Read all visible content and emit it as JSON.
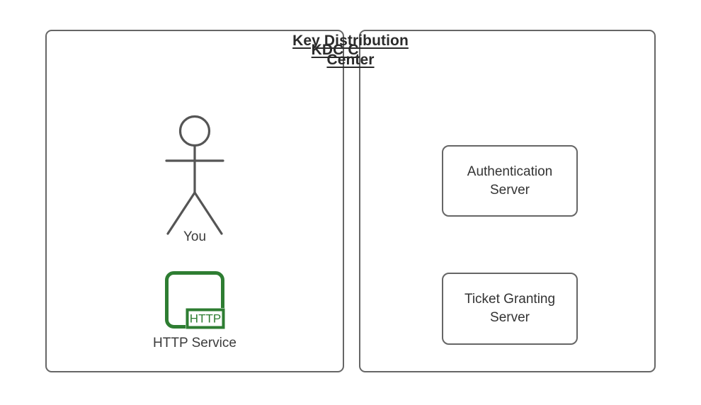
{
  "diagram": {
    "title_semantic": "kerberos-kdc-overview",
    "background": "#ffffff",
    "stroke_color": "#666666",
    "text_color": "#333333",
    "accent_green": "#2e7d32"
  },
  "panels": [
    {
      "id": "kdc-client",
      "title_lines": [
        "KDC Client"
      ],
      "actor": {
        "icon": "stick-figure-person-icon",
        "caption": "You"
      },
      "service": {
        "icon": "http-service-icon",
        "badge_label": "HTTP",
        "caption": "HTTP Service",
        "color": "#2e7d32"
      }
    },
    {
      "id": "key-distribution-center",
      "title_lines": [
        "Key Distribution",
        "Center"
      ],
      "boxes": [
        {
          "id": "authentication-server",
          "lines": [
            "Authentication",
            "Server"
          ]
        },
        {
          "id": "ticket-granting-server",
          "lines": [
            "Ticket Granting",
            "Server"
          ]
        }
      ]
    }
  ]
}
